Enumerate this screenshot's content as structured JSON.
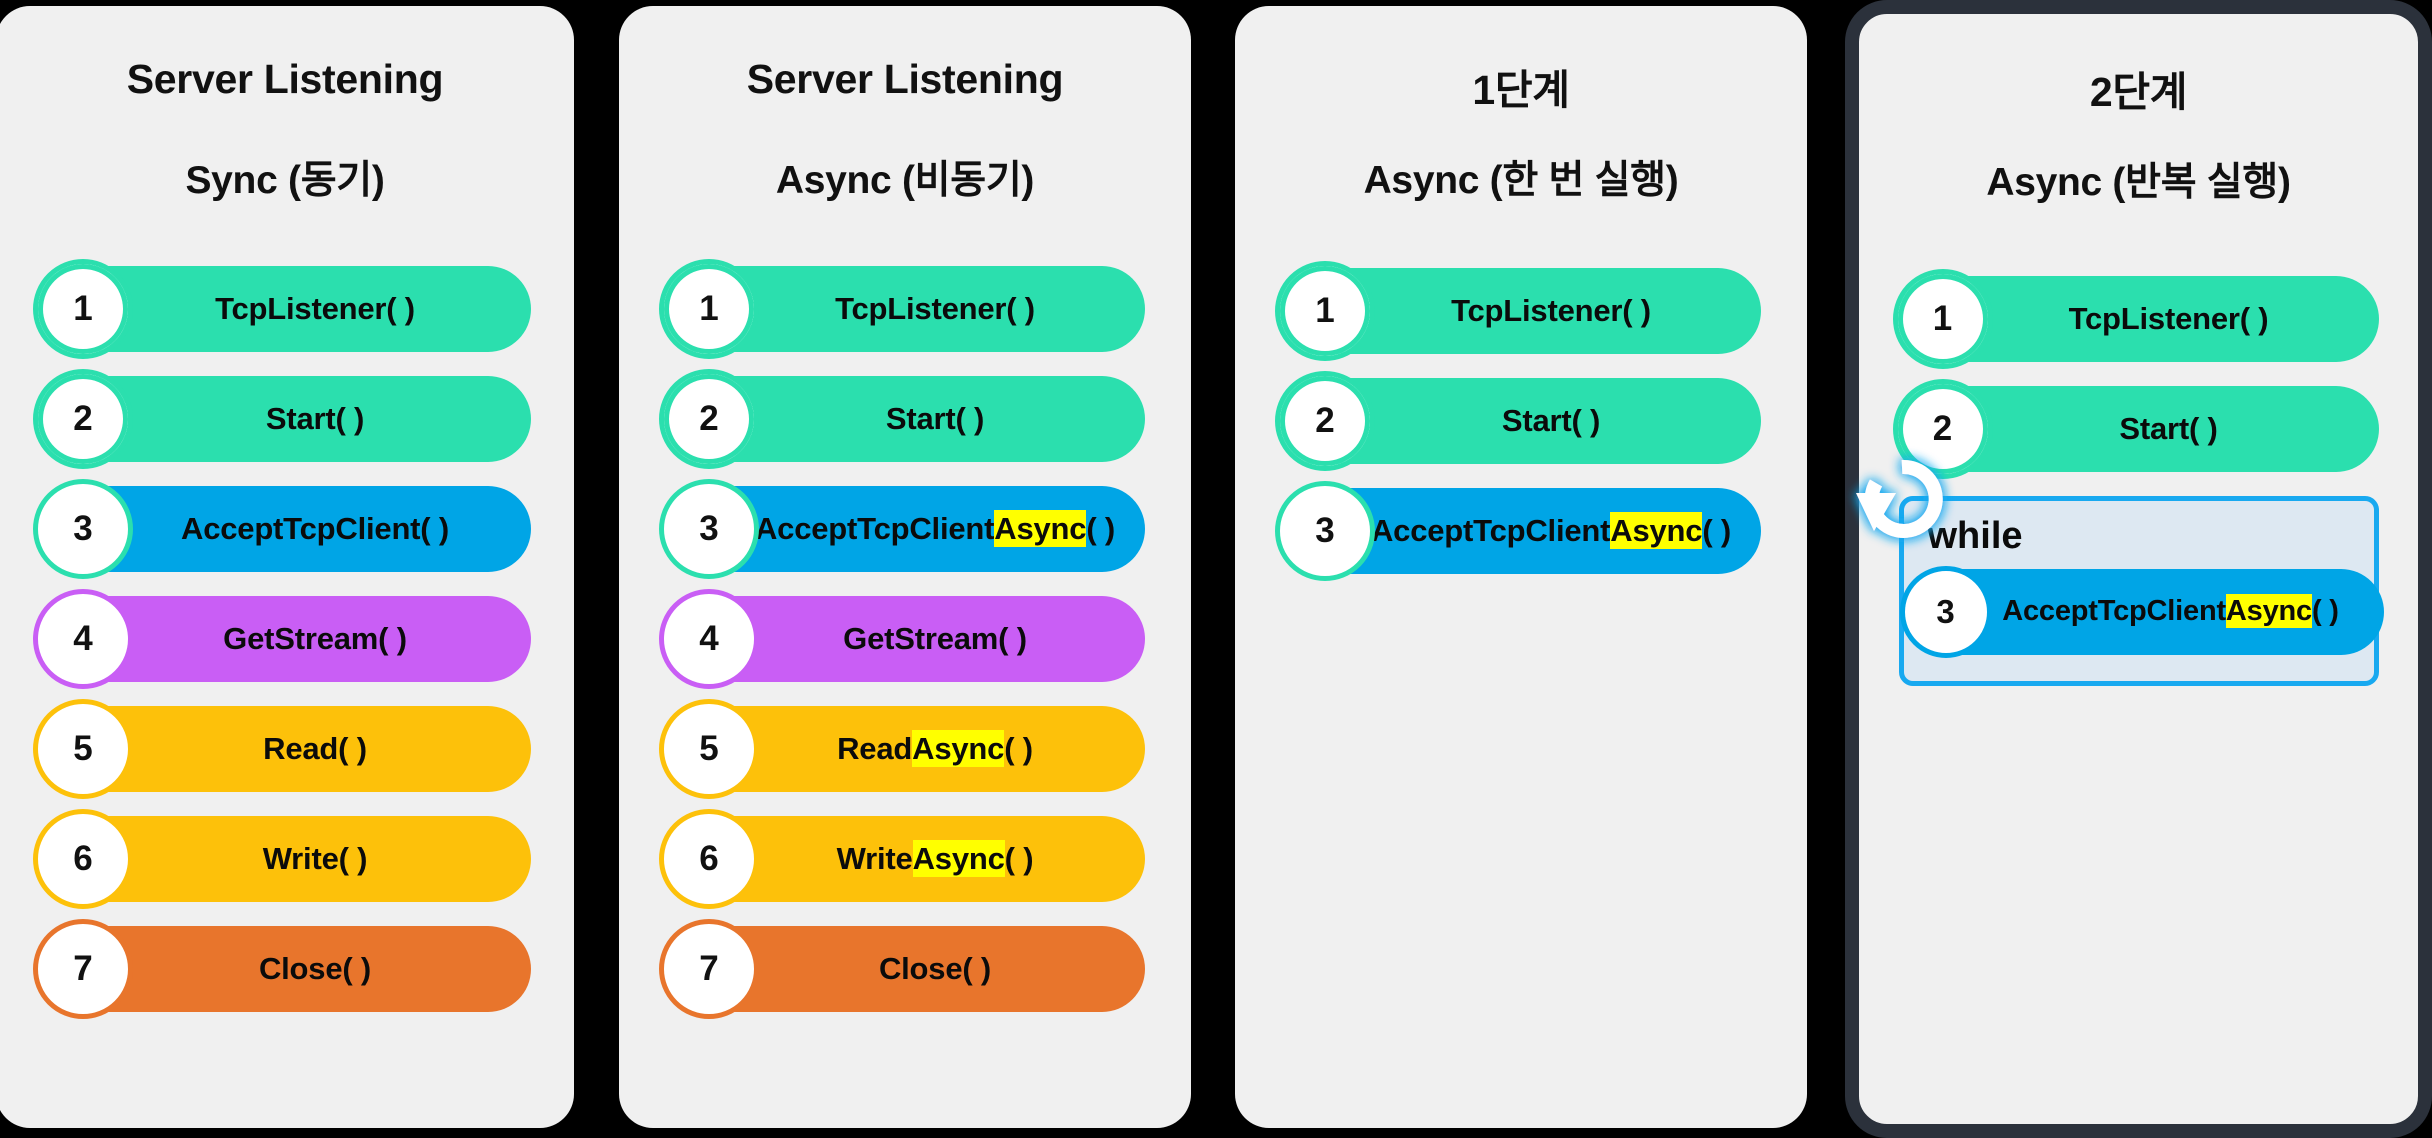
{
  "background_color": "#000000",
  "panel_background": "#f0f0f0",
  "palette": {
    "teal": "#2bdfae",
    "blue": "#00a5e6",
    "purple": "#c95ef5",
    "amber": "#fdc10a",
    "orange": "#e8752c",
    "highlight": "#ffff00",
    "loop_border": "#18a9f0",
    "loop_fill": "#dde8f2",
    "panel4_border": "#2b313b"
  },
  "panels": [
    {
      "title": "Server Listening",
      "subtitle": "Sync (동기)",
      "steps": [
        {
          "num": "1",
          "label": "TcpListener( )",
          "pre": "TcpListener( )",
          "hl": "",
          "post": "",
          "kind": "k-teal"
        },
        {
          "num": "2",
          "label": "Start( )",
          "pre": "Start( )",
          "hl": "",
          "post": "",
          "kind": "k-teal"
        },
        {
          "num": "3",
          "label": "AcceptTcpClient( )",
          "pre": "AcceptTcpClient( )",
          "hl": "",
          "post": "",
          "kind": "k-blue"
        },
        {
          "num": "4",
          "label": "GetStream( )",
          "pre": "GetStream( )",
          "hl": "",
          "post": "",
          "kind": "k-purple"
        },
        {
          "num": "5",
          "label": "Read( )",
          "pre": "Read( )",
          "hl": "",
          "post": "",
          "kind": "k-amber"
        },
        {
          "num": "6",
          "label": "Write( )",
          "pre": "Write( )",
          "hl": "",
          "post": "",
          "kind": "k-amber"
        },
        {
          "num": "7",
          "label": "Close( )",
          "pre": "Close( )",
          "hl": "",
          "post": "",
          "kind": "k-orange"
        }
      ]
    },
    {
      "title": "Server Listening",
      "subtitle": "Async (비동기)",
      "steps": [
        {
          "num": "1",
          "label": "TcpListener( )",
          "pre": "TcpListener( )",
          "hl": "",
          "post": "",
          "kind": "k-teal"
        },
        {
          "num": "2",
          "label": "Start( )",
          "pre": "Start( )",
          "hl": "",
          "post": "",
          "kind": "k-teal"
        },
        {
          "num": "3",
          "label": "AcceptTcpClientAsync( )",
          "pre": "AcceptTcpClient",
          "hl": "Async",
          "post": "( )",
          "kind": "k-blue"
        },
        {
          "num": "4",
          "label": "GetStream( )",
          "pre": "GetStream( )",
          "hl": "",
          "post": "",
          "kind": "k-purple"
        },
        {
          "num": "5",
          "label": "ReadAsync( )",
          "pre": "Read",
          "hl": "Async",
          "post": "( )",
          "kind": "k-amber"
        },
        {
          "num": "6",
          "label": "WriteAsync( )",
          "pre": "Write",
          "hl": "Async",
          "post": "( )",
          "kind": "k-amber"
        },
        {
          "num": "7",
          "label": "Close( )",
          "pre": "Close( )",
          "hl": "",
          "post": "",
          "kind": "k-orange"
        }
      ]
    },
    {
      "title": "1단계",
      "subtitle": "Async (한 번 실행)",
      "steps": [
        {
          "num": "1",
          "label": "TcpListener( )",
          "pre": "TcpListener( )",
          "hl": "",
          "post": "",
          "kind": "k-teal"
        },
        {
          "num": "2",
          "label": "Start( )",
          "pre": "Start( )",
          "hl": "",
          "post": "",
          "kind": "k-teal"
        },
        {
          "num": "3",
          "label": "AcceptTcpClientAsync( )",
          "pre": "AcceptTcpClient",
          "hl": "Async",
          "post": "( )",
          "kind": "k-blue"
        }
      ]
    },
    {
      "title": "2단계",
      "subtitle": "Async (반복 실행)",
      "steps": [
        {
          "num": "1",
          "label": "TcpListener( )",
          "pre": "TcpListener( )",
          "hl": "",
          "post": "",
          "kind": "k-teal"
        },
        {
          "num": "2",
          "label": "Start( )",
          "pre": "Start( )",
          "hl": "",
          "post": "",
          "kind": "k-teal"
        }
      ],
      "loop": {
        "keyword": "while",
        "icon": "circular-loop-arrow-icon",
        "step": {
          "num": "3",
          "label": "AcceptTcpClientAsync( )",
          "pre": "AcceptTcpClient",
          "hl": "Async",
          "post": "( )",
          "kind": "k-blue2"
        }
      }
    }
  ]
}
